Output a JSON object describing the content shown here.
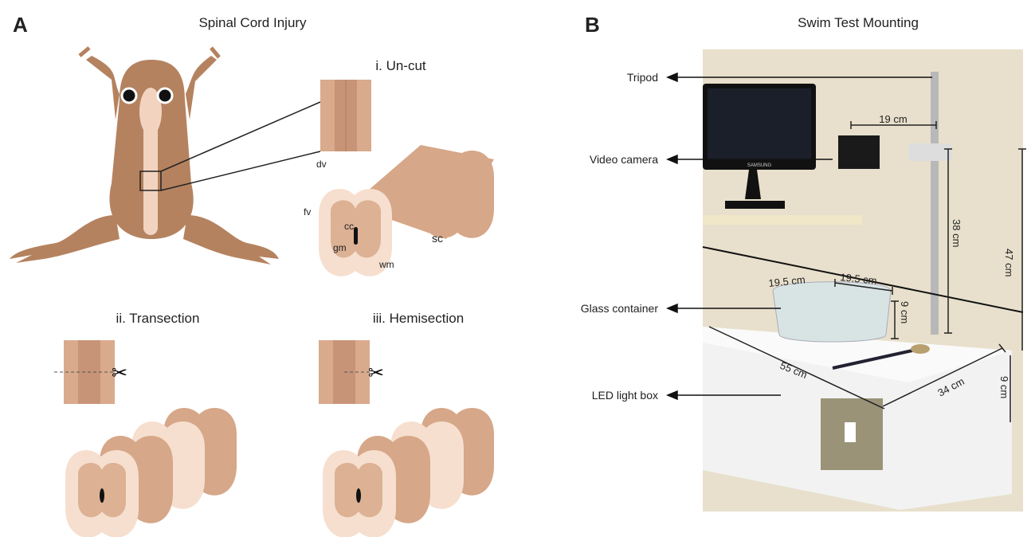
{
  "panel_a": {
    "letter": "A",
    "title": "Spinal Cord Injury",
    "uncut_label": "i. Un-cut",
    "transection_label": "ii. Transection",
    "hemisection_label": "iii. Hemisection",
    "abbr": {
      "dv": "dv",
      "fv": "fv",
      "cc": "cc",
      "gm": "gm",
      "wm": "wm",
      "sc": "sc"
    },
    "colors": {
      "skin": "#b5825f",
      "cord_outer": "#e8c3a8",
      "cord_light": "#f6dfcf",
      "gray_matter": "#d9aa8c"
    }
  },
  "panel_b": {
    "letter": "B",
    "title": "Swim Test Mounting",
    "callouts": [
      "Tripod",
      "Video camera",
      "Glass container",
      "LED light box"
    ],
    "measurements": {
      "camera_arm": "19 cm",
      "camera_height": "38 cm",
      "total_height": "47 cm",
      "container_width_1": "19.5 cm",
      "container_width_2": "19.5 cm",
      "container_height": "9 cm",
      "box_length": "55 cm",
      "box_width": "34 cm",
      "box_height": "9 cm"
    },
    "monitor_brand": "SAMSUNG"
  }
}
